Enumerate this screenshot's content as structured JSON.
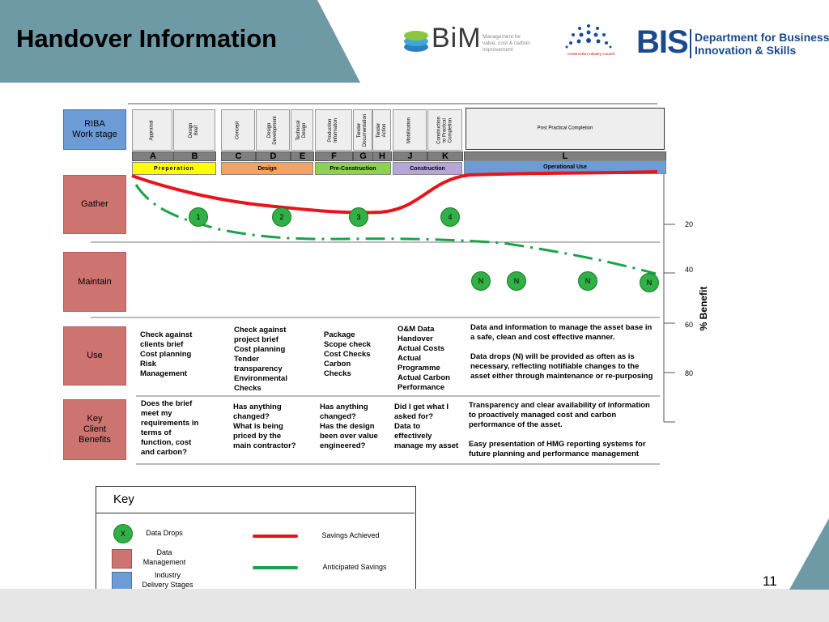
{
  "page": {
    "title": "Handover Information",
    "number": "11"
  },
  "logos": {
    "bim_text": "BiM",
    "bim_tagline": "Management for value, cost & carbon improvement",
    "cic_tagline": "Construction Industry Council",
    "bis_text": "BIS",
    "bis_dept_line1": "Department for Business",
    "bis_dept_line2": "Innovation & Skills"
  },
  "rows": {
    "riba": "RIBA\nWork stage",
    "gather": "Gather",
    "maintain": "Maintain",
    "use": "Use",
    "benefits": "Key\nClient\nBenefits"
  },
  "stages": [
    "Appraisal",
    "Design Brief",
    "Concept",
    "Design\nDevelopment",
    "Technical\nDesign",
    "Production\nInformation",
    "Tender\nDocumentation",
    "Tender Action",
    "Mobilisation",
    "Construction\nto Practical\nCompletion",
    "Post Practical Completion"
  ],
  "letters": [
    "A",
    "B",
    "C",
    "D",
    "E",
    "F",
    "G",
    "H",
    "J",
    "K",
    "L"
  ],
  "phases": {
    "preparation": "Preperation",
    "design": "Design",
    "preconstruction": "Pre-Construction",
    "construction": "Construction",
    "operational": "Operational Use"
  },
  "data_drops": [
    "1",
    "2",
    "3",
    "4"
  ],
  "n_drops": [
    "N",
    "N",
    "N",
    "N"
  ],
  "axis": {
    "label": "% Benefit",
    "ticks": [
      "20",
      "40",
      "60",
      "80"
    ]
  },
  "use_text": {
    "col1": "Check against\nclients brief\nCost planning\nRisk\nManagement",
    "col2": "Check against\nproject brief\nCost planning\nTender\ntransparency\nEnvironmental\nChecks",
    "col3": "Package\nScope check\nCost Checks\nCarbon\nChecks",
    "col4": "O&M Data\nHandover\nActual Costs\nActual\nProgramme\nActual Carbon\nPerformance",
    "col5a": "Data and information to manage the asset base in a safe, clean and cost effective manner.",
    "col5b": "Data drops (N) will be provided as often as is necessary, reflecting notifiable changes to the asset either through maintenance or re-purposing"
  },
  "benefit_text": {
    "col1": "Does the brief\nmeet my\nrequirements in\nterms of\nfunction, cost\nand carbon?",
    "col2": "Has anything\nchanged?\nWhat is being\npriced by the\nmain contractor?",
    "col3": "Has anything\nchanged?\nHas the design\nbeen over value\nengineered?",
    "col4": "Did I get what I\nasked for?\nData to\neffectively\nmanage my asset",
    "col5a": "Transparency and clear availability of information to proactively managed cost and carbon performance of the asset.",
    "col5b": "Easy presentation of HMG reporting systems for future planning and performance management"
  },
  "key": {
    "title": "Key",
    "drop_symbol": "X",
    "data_drops": "Data Drops",
    "data_management": "Data\nManagement",
    "delivery_stages": "Industry\nDelivery Stages",
    "savings_achieved": "Savings Achieved",
    "anticipated_savings": "Anticipated Savings"
  },
  "colors": {
    "banner": "#6e9aa6",
    "data_management": "#cd7470",
    "delivery_stages": "#6d9bd6",
    "savings_achieved": "#e8141c",
    "anticipated_savings": "#1aa34a",
    "data_drop": "#31b045"
  }
}
